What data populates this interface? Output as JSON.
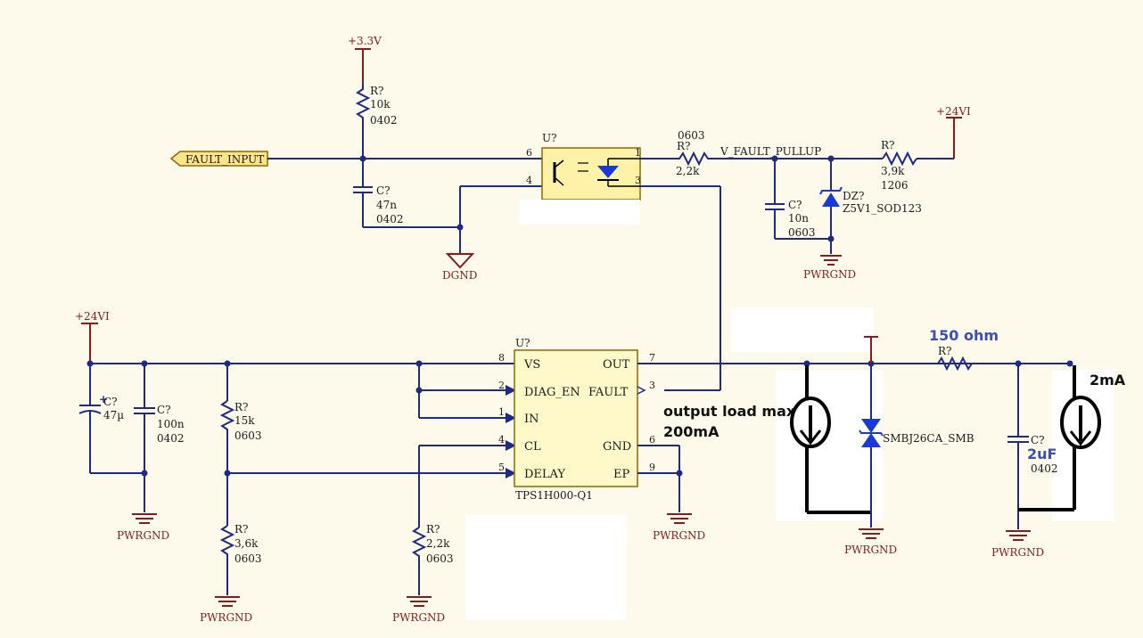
{
  "power": {
    "v33": "+3.3V",
    "v24_top": "+24VI",
    "v24_left": "+24VI"
  },
  "nets": {
    "fault_input": "FAULT_INPUT",
    "v_fault_pullup": "V_FAULT_PULLUP"
  },
  "grounds": {
    "dgnd": "DGND",
    "pwrgnd_top": "PWRGND",
    "pwrgnd_c47": "PWRGND",
    "pwrgnd_r36": "PWRGND",
    "pwrgnd_r22": "PWRGND",
    "pwrgnd_ic": "PWRGND",
    "pwrgnd_tvs": "PWRGND",
    "pwrgnd_c2u": "PWRGND"
  },
  "components": {
    "r10k": {
      "ref": "R?",
      "value": "10k",
      "pkg": "0402"
    },
    "c47n": {
      "ref": "C?",
      "value": "47n",
      "pkg": "0402"
    },
    "opto": {
      "ref": "U?"
    },
    "r22k_top": {
      "ref": "R?",
      "value": "2,2k",
      "pkg": "0603"
    },
    "c10n": {
      "ref": "C?",
      "value": "10n",
      "pkg": "0603"
    },
    "dz": {
      "ref": "DZ?",
      "value": "Z5V1_SOD123"
    },
    "r39k": {
      "ref": "R?",
      "value": "3,9k",
      "pkg": "1206"
    },
    "c47u": {
      "ref": "C?",
      "value": "47µ"
    },
    "c100n": {
      "ref": "C?",
      "value": "100n",
      "pkg": "0402"
    },
    "r15k": {
      "ref": "R?",
      "value": "15k",
      "pkg": "0603"
    },
    "r36k": {
      "ref": "R?",
      "value": "3,6k",
      "pkg": "0603"
    },
    "r22k_bot": {
      "ref": "R?",
      "value": "2,2k",
      "pkg": "0603"
    },
    "ic": {
      "ref": "U?",
      "part": "TPS1H000-Q1"
    },
    "tvs": {
      "value": "SMBJ26CA_SMB"
    },
    "rload": {
      "ref": "R?"
    },
    "c2u": {
      "ref": "C?",
      "pkg": "0402"
    }
  },
  "ic_pins": {
    "vs": "VS",
    "diag_en": "DIAG_EN",
    "in": "IN",
    "cl": "CL",
    "delay": "DELAY",
    "out": "OUT",
    "fault": "FAULT",
    "gnd": "GND",
    "ep": "EP",
    "n_vs": "8",
    "n_diag_en": "2",
    "n_in": "1",
    "n_cl": "4",
    "n_delay": "5",
    "n_out": "7",
    "n_fault": "3",
    "n_gnd": "6",
    "n_ep": "9"
  },
  "opto_pins": {
    "p6": "6",
    "p4": "4",
    "p1": "1",
    "p3": "3"
  },
  "annotations": {
    "load_line1": "output load max",
    "load_line2": "200mA",
    "ohm": "150 ohm",
    "current_right": "2mA",
    "cap_value": "2uF",
    "r22k_pkg_above": "0603"
  },
  "colors": {
    "wire": "#1e2a8a",
    "power_symbol": "#8b1a1a",
    "opto_body": "#fdf2a8",
    "ic_body": "#fff8c8",
    "annotation_blue": "#3b4fb0"
  }
}
